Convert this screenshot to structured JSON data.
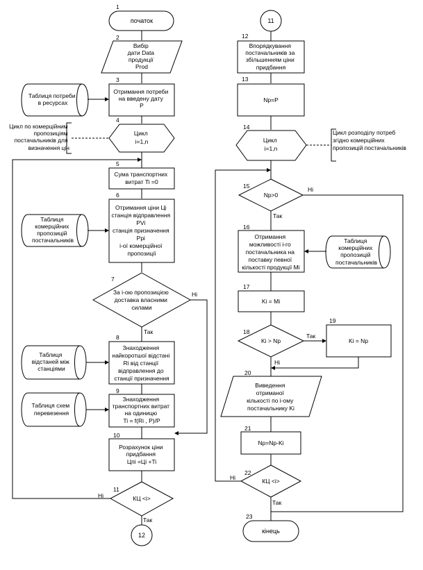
{
  "title": "",
  "blocks": {
    "b1": {
      "num": "1",
      "text": "початок"
    },
    "b2": {
      "num": "2",
      "lines": [
        "Вибір",
        "дати Data",
        "продукції",
        "Prod"
      ]
    },
    "b3": {
      "num": "3",
      "lines": [
        "Отримання потреби",
        "на введену дату",
        "P"
      ]
    },
    "b4": {
      "num": "4",
      "lines": [
        "Цикл",
        "i=1,n"
      ]
    },
    "b5": {
      "num": "5",
      "lines": [
        "Сума транспортних",
        "витрат Ti =0"
      ]
    },
    "b6": {
      "num": "6",
      "lines": [
        "Отримання ціни Цi",
        "станція відправлення",
        "PVi",
        "станція призначення",
        "Ppi",
        "i-ої комерційної",
        "пропозиції"
      ]
    },
    "b7": {
      "num": "7",
      "lines": [
        "За i-ою пропозицією",
        "доставка власними",
        "силами"
      ]
    },
    "b8": {
      "num": "8",
      "lines": [
        "Знаходження",
        "найкоротшої відстані",
        "Ri від станції",
        "відправлення до",
        "станції призначення"
      ]
    },
    "b9": {
      "num": "9",
      "lines": [
        "Знаходження",
        "транспортних витрат",
        "на одиницю",
        "Ti = f(Ri , P)/P"
      ]
    },
    "b10": {
      "num": "10",
      "lines": [
        "Розрахунок ціни",
        "придбання",
        "Цпi =Цi +Ti"
      ]
    },
    "b11": {
      "num": "11",
      "text": "КЦ <i>"
    },
    "b12": {
      "num": "12",
      "lines": [
        "Впорядкування",
        "постачальників за",
        "збільшенням ціни",
        "придбання"
      ]
    },
    "b13": {
      "num": "13",
      "text": "Np=P"
    },
    "b14": {
      "num": "14",
      "lines": [
        "Цикл",
        "i=1,n"
      ]
    },
    "b15": {
      "num": "15",
      "text": "Np>0"
    },
    "b16": {
      "num": "16",
      "lines": [
        "Отримання",
        "можливості  i-го",
        "постачальника на",
        "поставку певної",
        "кількості продукції Mi"
      ]
    },
    "b17": {
      "num": "17",
      "text": "Ki  = Mi"
    },
    "b18": {
      "num": "18",
      "text": "Ki > Np"
    },
    "b19": {
      "num": "19",
      "text": "Ki = Np"
    },
    "b20": {
      "num": "20",
      "lines": [
        "Виведення",
        "отриманої",
        "кількості по i-ому",
        "постачальнику Ki"
      ]
    },
    "b21": {
      "num": "21",
      "text": "Np=Np-Ki"
    },
    "b22": {
      "num": "22",
      "text": "КЦ <i>"
    },
    "b23": {
      "num": "23",
      "text": "кінець"
    }
  },
  "connectors": {
    "top_left": "12",
    "top_right": "11"
  },
  "data_stores": {
    "needs": [
      "Таблиця потреби",
      "в ресурсах"
    ],
    "offers": [
      "Таблиця",
      "комерційних",
      "пропозицій",
      "постачальників"
    ],
    "distances": [
      "Таблиця",
      "відстаней між",
      "станціями"
    ],
    "transport": [
      "Таблиця схем",
      "перевезення"
    ],
    "suppliers": [
      "Таблиця",
      "комерційних",
      "пропозицій",
      "постачальників"
    ]
  },
  "comments": {
    "loop_left": [
      "Цикл по комерційним",
      "пропозиціям",
      "постачальників для",
      "визначення цін"
    ],
    "loop_right": [
      "Цикл розподілу потреб",
      "згідно комерційних",
      "пропозицій постачальників"
    ]
  },
  "edge_labels": {
    "b7_no": "Ні",
    "b7_yes": "Так",
    "b11_no": "Ні",
    "b11_yes": "Так",
    "b15_no": "Ні",
    "b15_yes": "Так",
    "b18_yes": "Так",
    "b18_no": "Ні",
    "b22_no": "Ні",
    "b22_yes": "Так"
  }
}
